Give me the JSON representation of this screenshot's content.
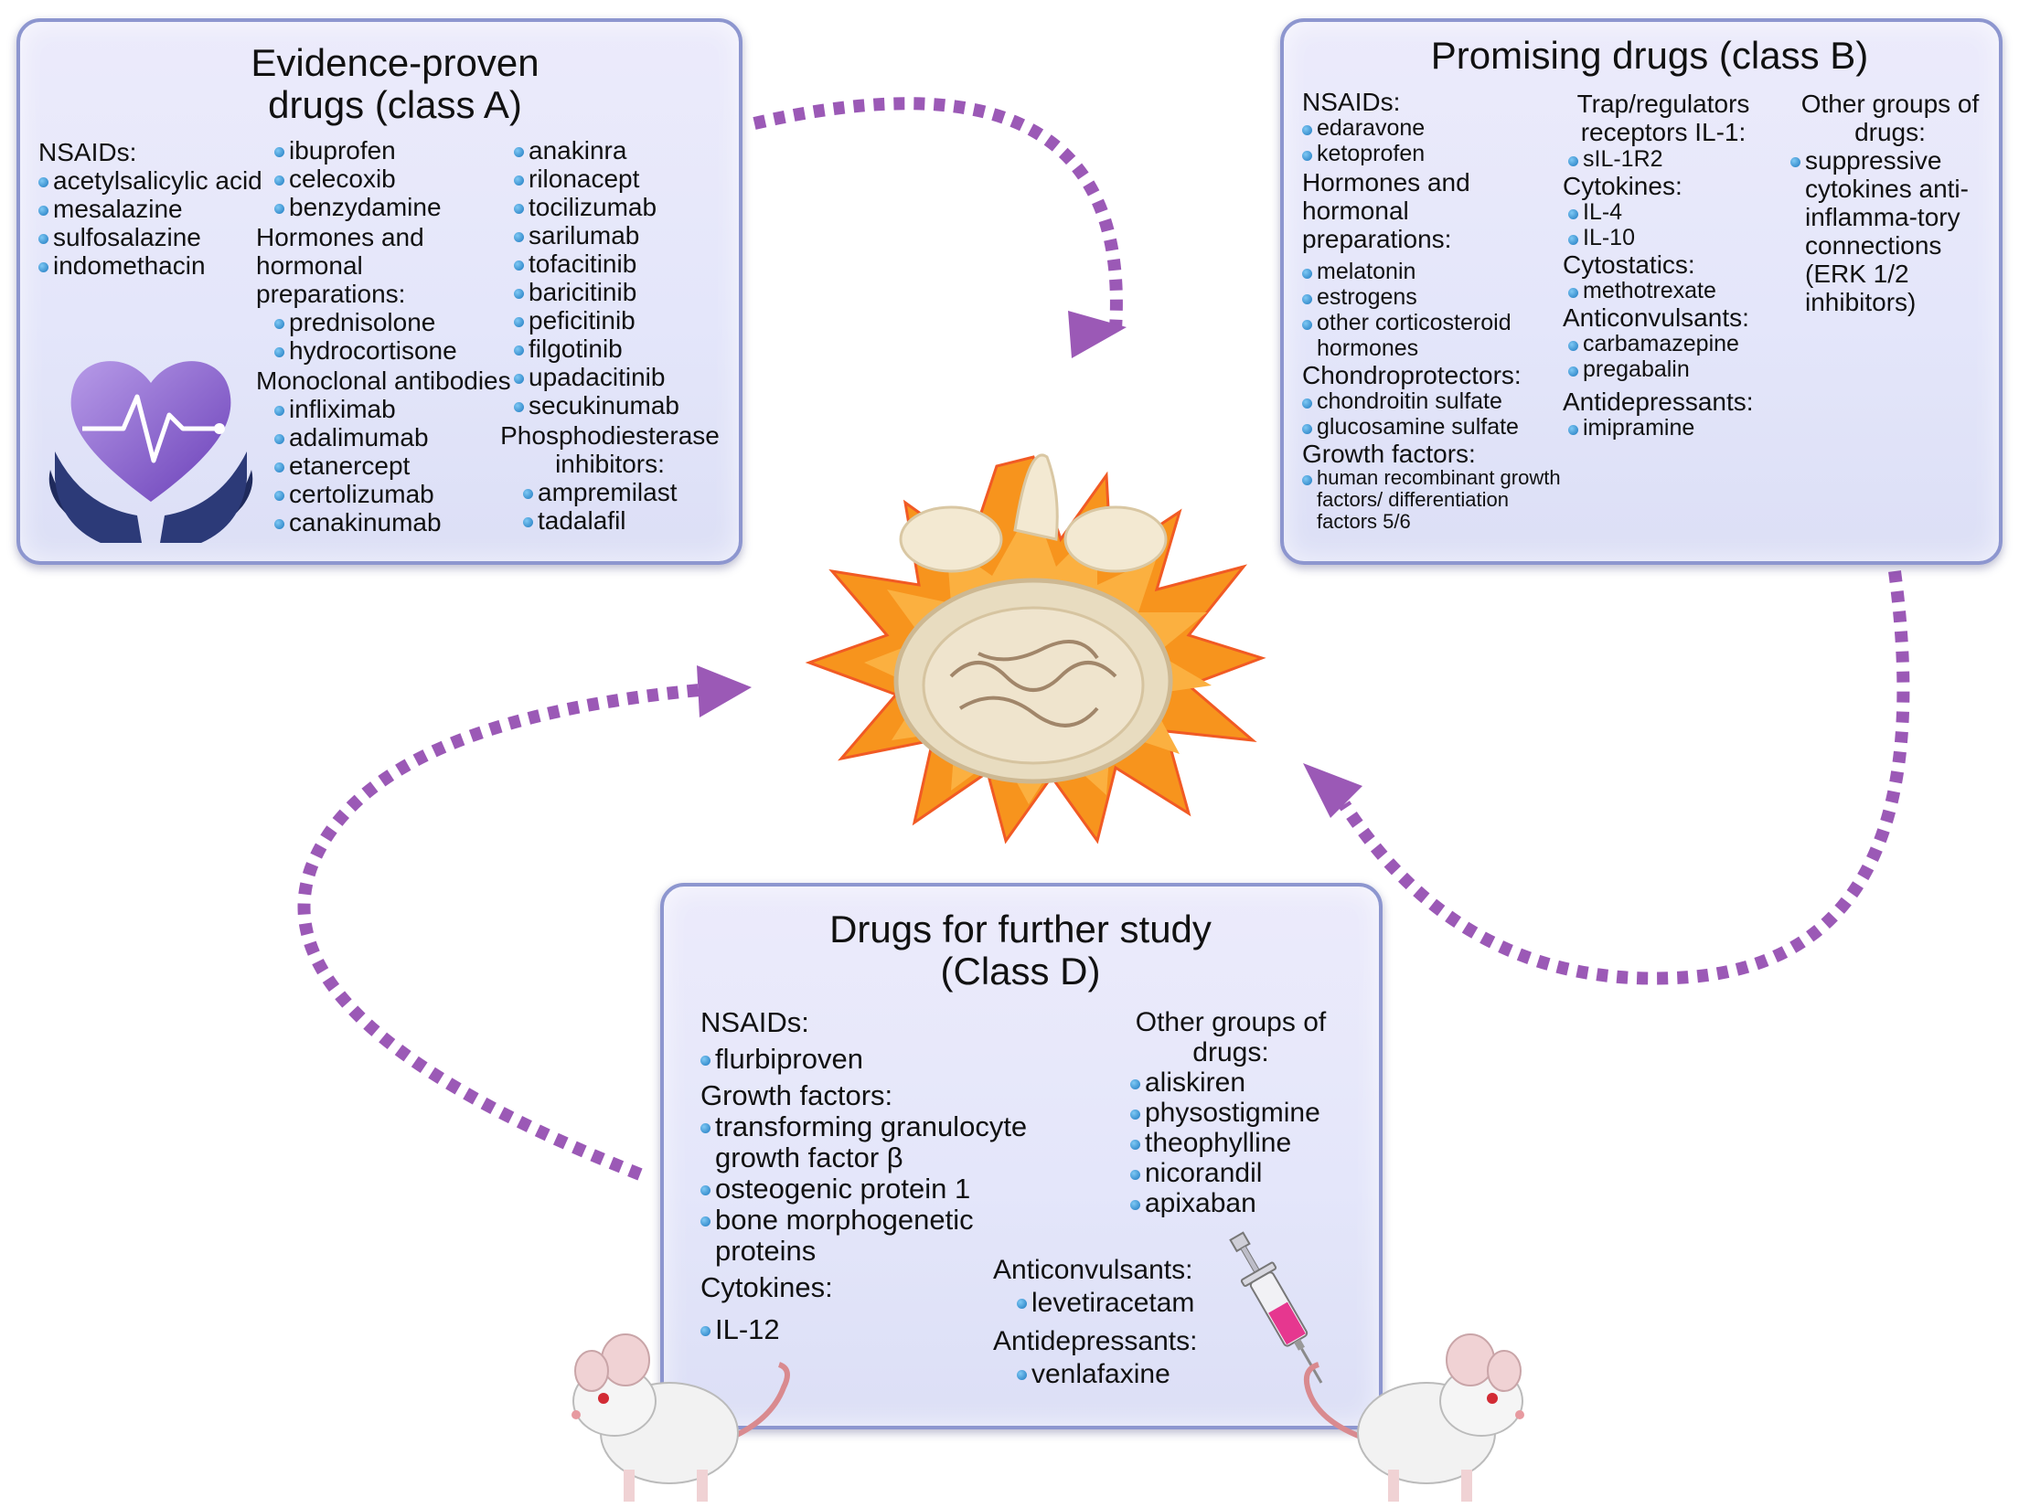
{
  "class_a": {
    "title_line1": "Evidence-proven",
    "title_line2": "drugs (class A)",
    "col1": {
      "header": "NSAIDs:",
      "items": [
        "acetylsalicylic acid",
        "mesalazine",
        "sulfosalazine",
        "indomethacin"
      ]
    },
    "col2": {
      "items_top": [
        "ibuprofen",
        "celecoxib",
        "benzydamine"
      ],
      "hormones_header": "Hormones and hormonal preparations:",
      "hormones": [
        "prednisolone",
        "hydrocortisone"
      ],
      "mab_header": "Monoclonal antibodies",
      "mabs": [
        "infliximab",
        "adalimumab",
        "etanercept",
        "certolizumab",
        "canakinumab"
      ]
    },
    "col3": {
      "items": [
        "anakinra",
        "rilonacept",
        "tocilizumab",
        "sarilumab",
        "tofacitinib",
        "baricitinib",
        "peficitinib",
        "filgotinib",
        "upadacitinib",
        "secukinumab"
      ],
      "pde_header": "Phosphodiesterase inhibitors:",
      "pde": [
        "ampremilast",
        "tadalafil"
      ]
    }
  },
  "class_b": {
    "title": "Promising drugs (class B)",
    "col1": {
      "nsaids_header": "NSAIDs:",
      "nsaids": [
        "edaravone",
        "ketoprofen"
      ],
      "hormones_header": "Hormones and hormonal preparations:",
      "hormones": [
        "melatonin",
        "estrogens",
        "other corticosteroid hormones"
      ],
      "chondro_header": "Chondroprotectors:",
      "chondro": [
        "chondroitin sulfate",
        "glucosamine sulfate"
      ],
      "growth_header": "Growth factors:",
      "growth": [
        "human recombinant growth factors/ differentiation factors 5/6"
      ]
    },
    "col2": {
      "trap_header": "Trap/regulators receptors IL-1:",
      "trap": [
        "sIL-1R2"
      ],
      "cytokines_header": "Cytokines:",
      "cytokines": [
        "IL-4",
        "IL-10"
      ],
      "cytostatics_header": "Cytostatics:",
      "cytostatics": [
        "methotrexate"
      ],
      "anticonv_header": "Anticonvulsants:",
      "anticonv": [
        "carbamazepine",
        "pregabalin"
      ],
      "antidep_header": "Antidepressants:",
      "antidep": [
        "imipramine"
      ]
    },
    "col3": {
      "other_header": "Other groups of drugs:",
      "other": [
        "suppressive cytokines anti-inflamma-tory connections (ERK 1/2 inhibitors)"
      ]
    }
  },
  "class_d": {
    "title_line1": "Drugs for further study",
    "title_line2": "(Class D)",
    "col1": {
      "nsaids_header": "NSAIDs:",
      "nsaids": [
        "flurbiproven"
      ],
      "growth_header": "Growth factors:",
      "growth": [
        "transforming granulocyte growth factor β",
        "osteogenic protein 1",
        "bone morphogenetic proteins"
      ],
      "cytokines_header": "Cytokines:",
      "cytokines": [
        "IL-12"
      ]
    },
    "col2": {
      "other_header": "Other groups of drugs:",
      "other": [
        "aliskiren",
        "physostigmine",
        "theophylline",
        "nicorandil",
        "apixaban"
      ],
      "anticonv_header": "Anticonvulsants:",
      "anticonv": [
        "levetiracetam"
      ],
      "antidep_header": "Antidepressants:",
      "antidep": [
        "venlafaxine"
      ]
    }
  },
  "colors": {
    "arrow": "#9b59b6",
    "panel_border": "#8d96cf",
    "bullet": "#1d78bf",
    "burst_outer": "#f7941d",
    "burst_inner": "#fbb040"
  }
}
